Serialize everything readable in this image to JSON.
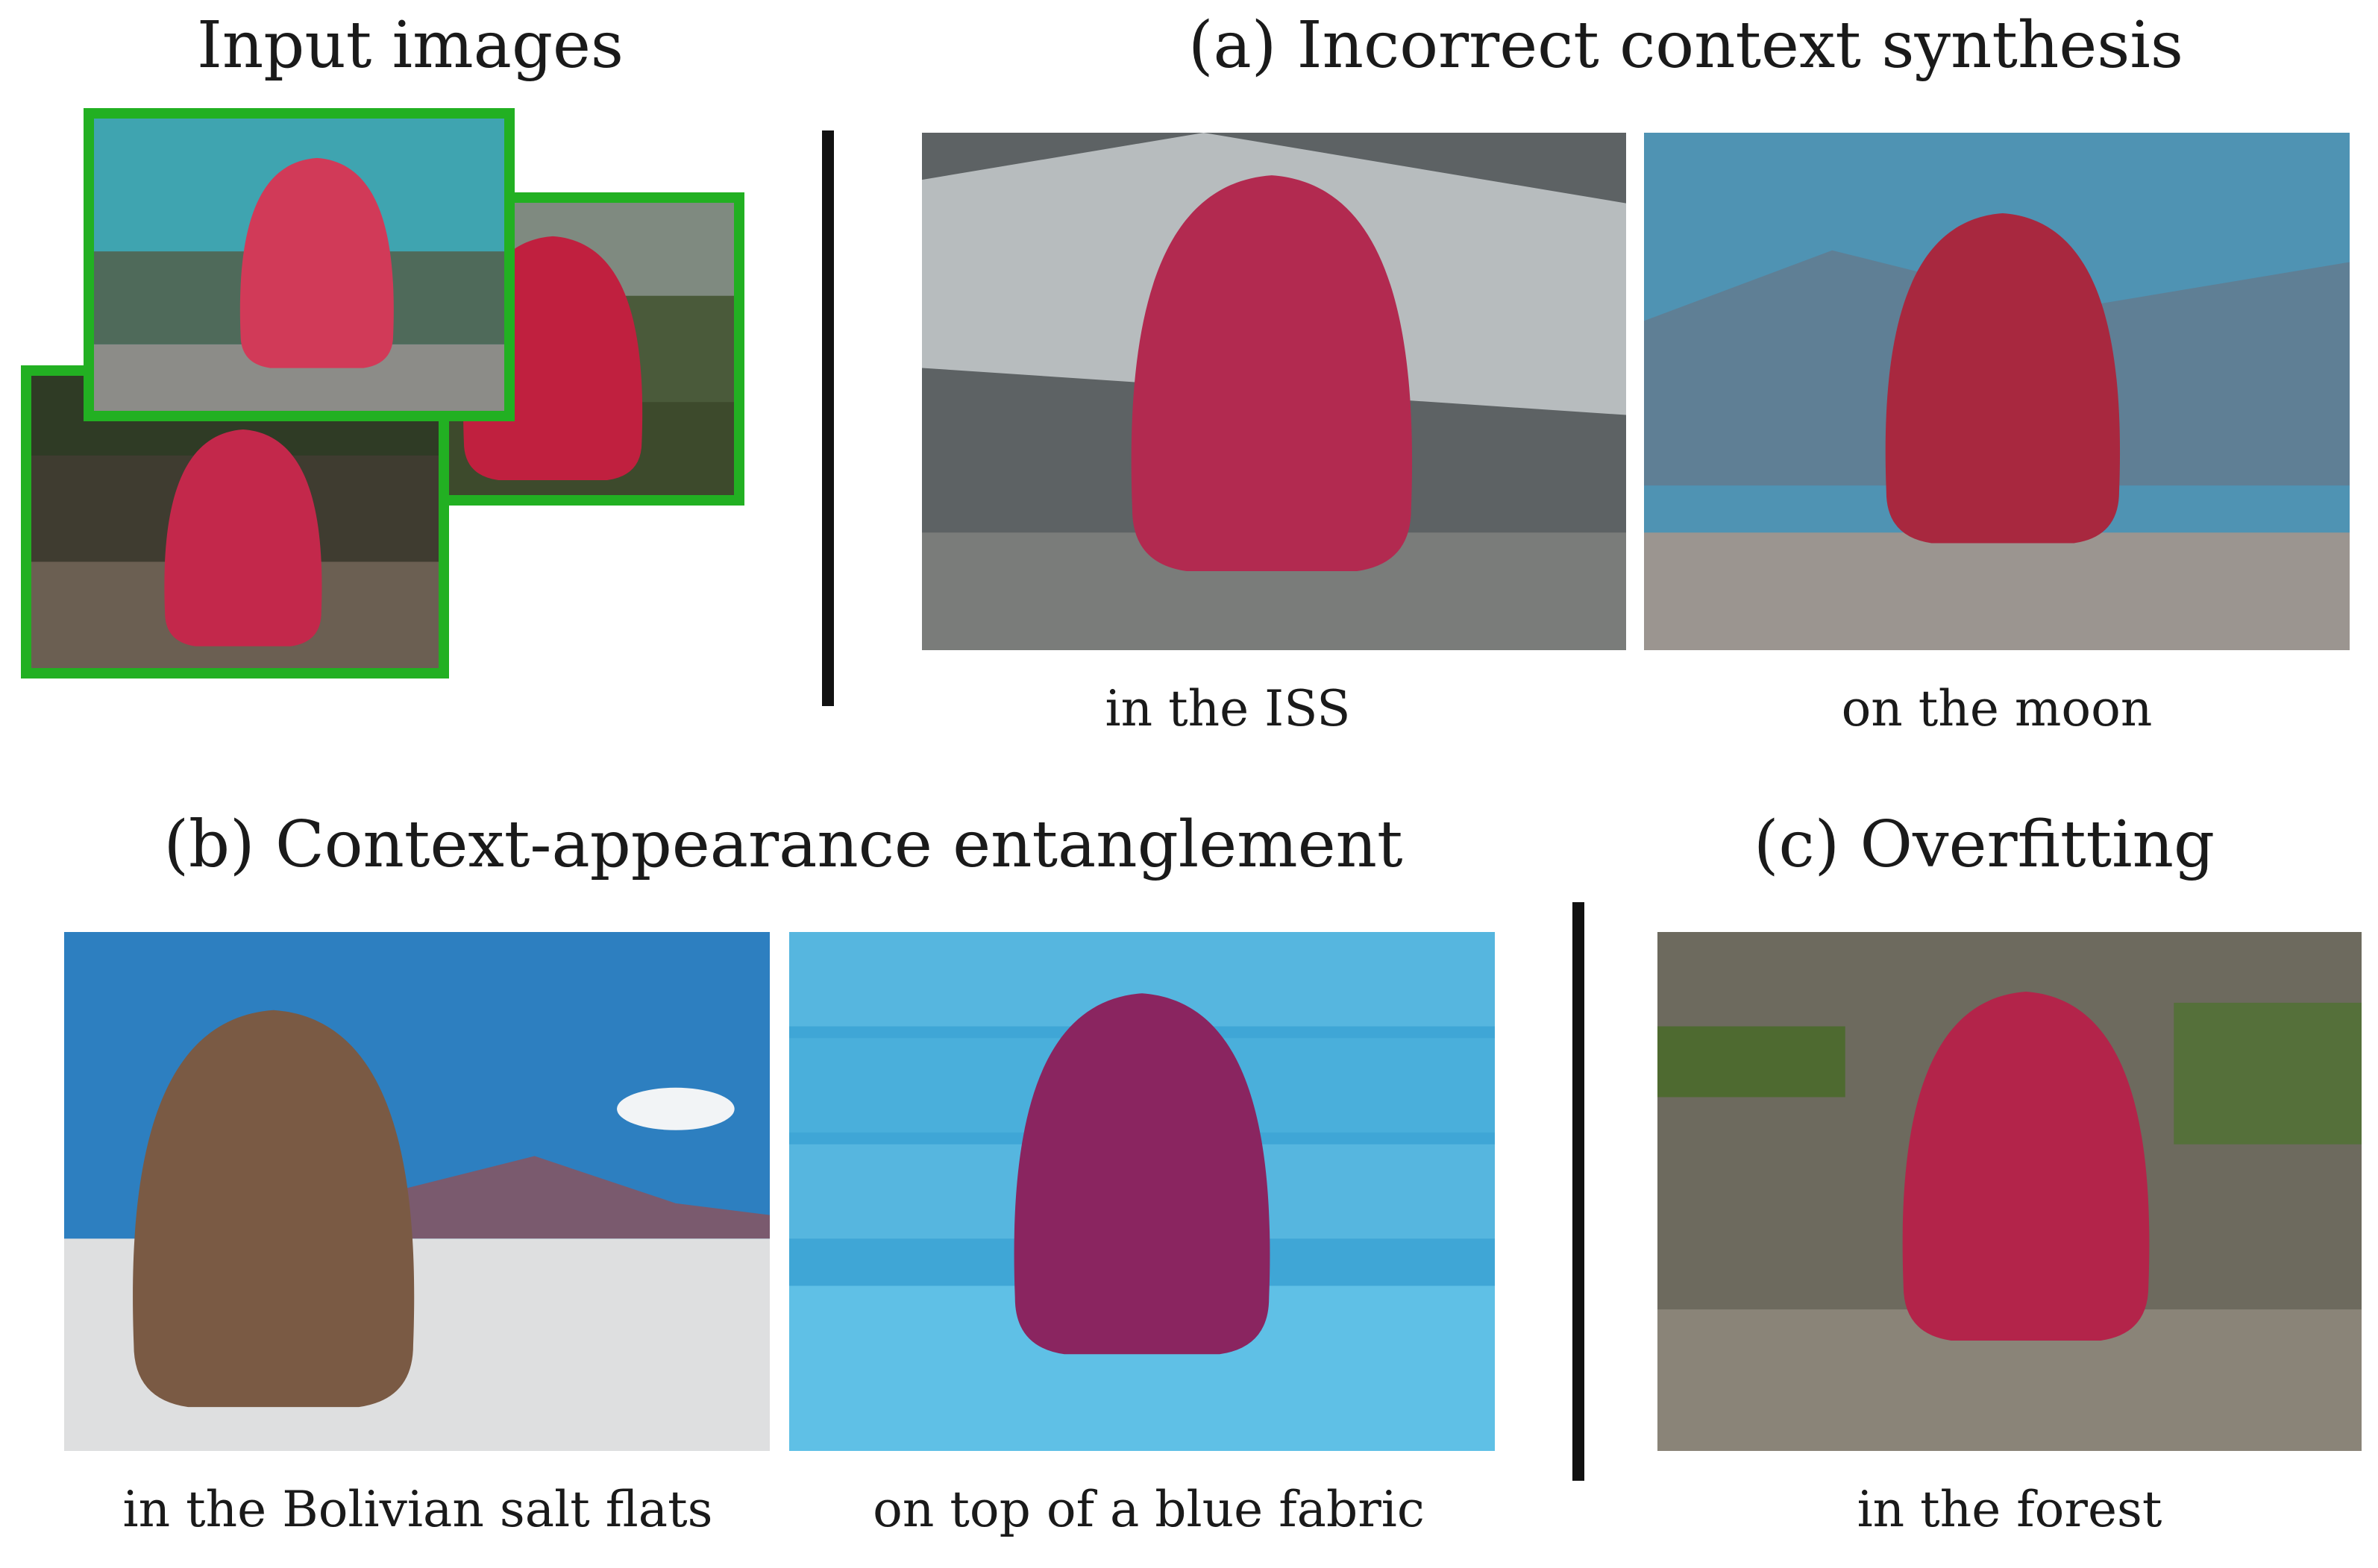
{
  "headings": {
    "input": "Input images",
    "a": "(a) Incorrect context synthesis",
    "b": "(b) Context-appearance entanglement",
    "c": "(c) Overfitting"
  },
  "captions": {
    "iss": "in the ISS",
    "moon": "on the moon",
    "salt": "in the Bolivian salt flats",
    "fabric": "on top of a blue fabric",
    "forest": "in the forest"
  },
  "colors": {
    "frame": "#22b022",
    "backpack_red": "#b8284e",
    "backpack_brown": "#7a5a44",
    "backpack_purple": "#8a2560",
    "sky_blue": "#3c8fc2",
    "fabric_blue": "#3fa6d6"
  }
}
